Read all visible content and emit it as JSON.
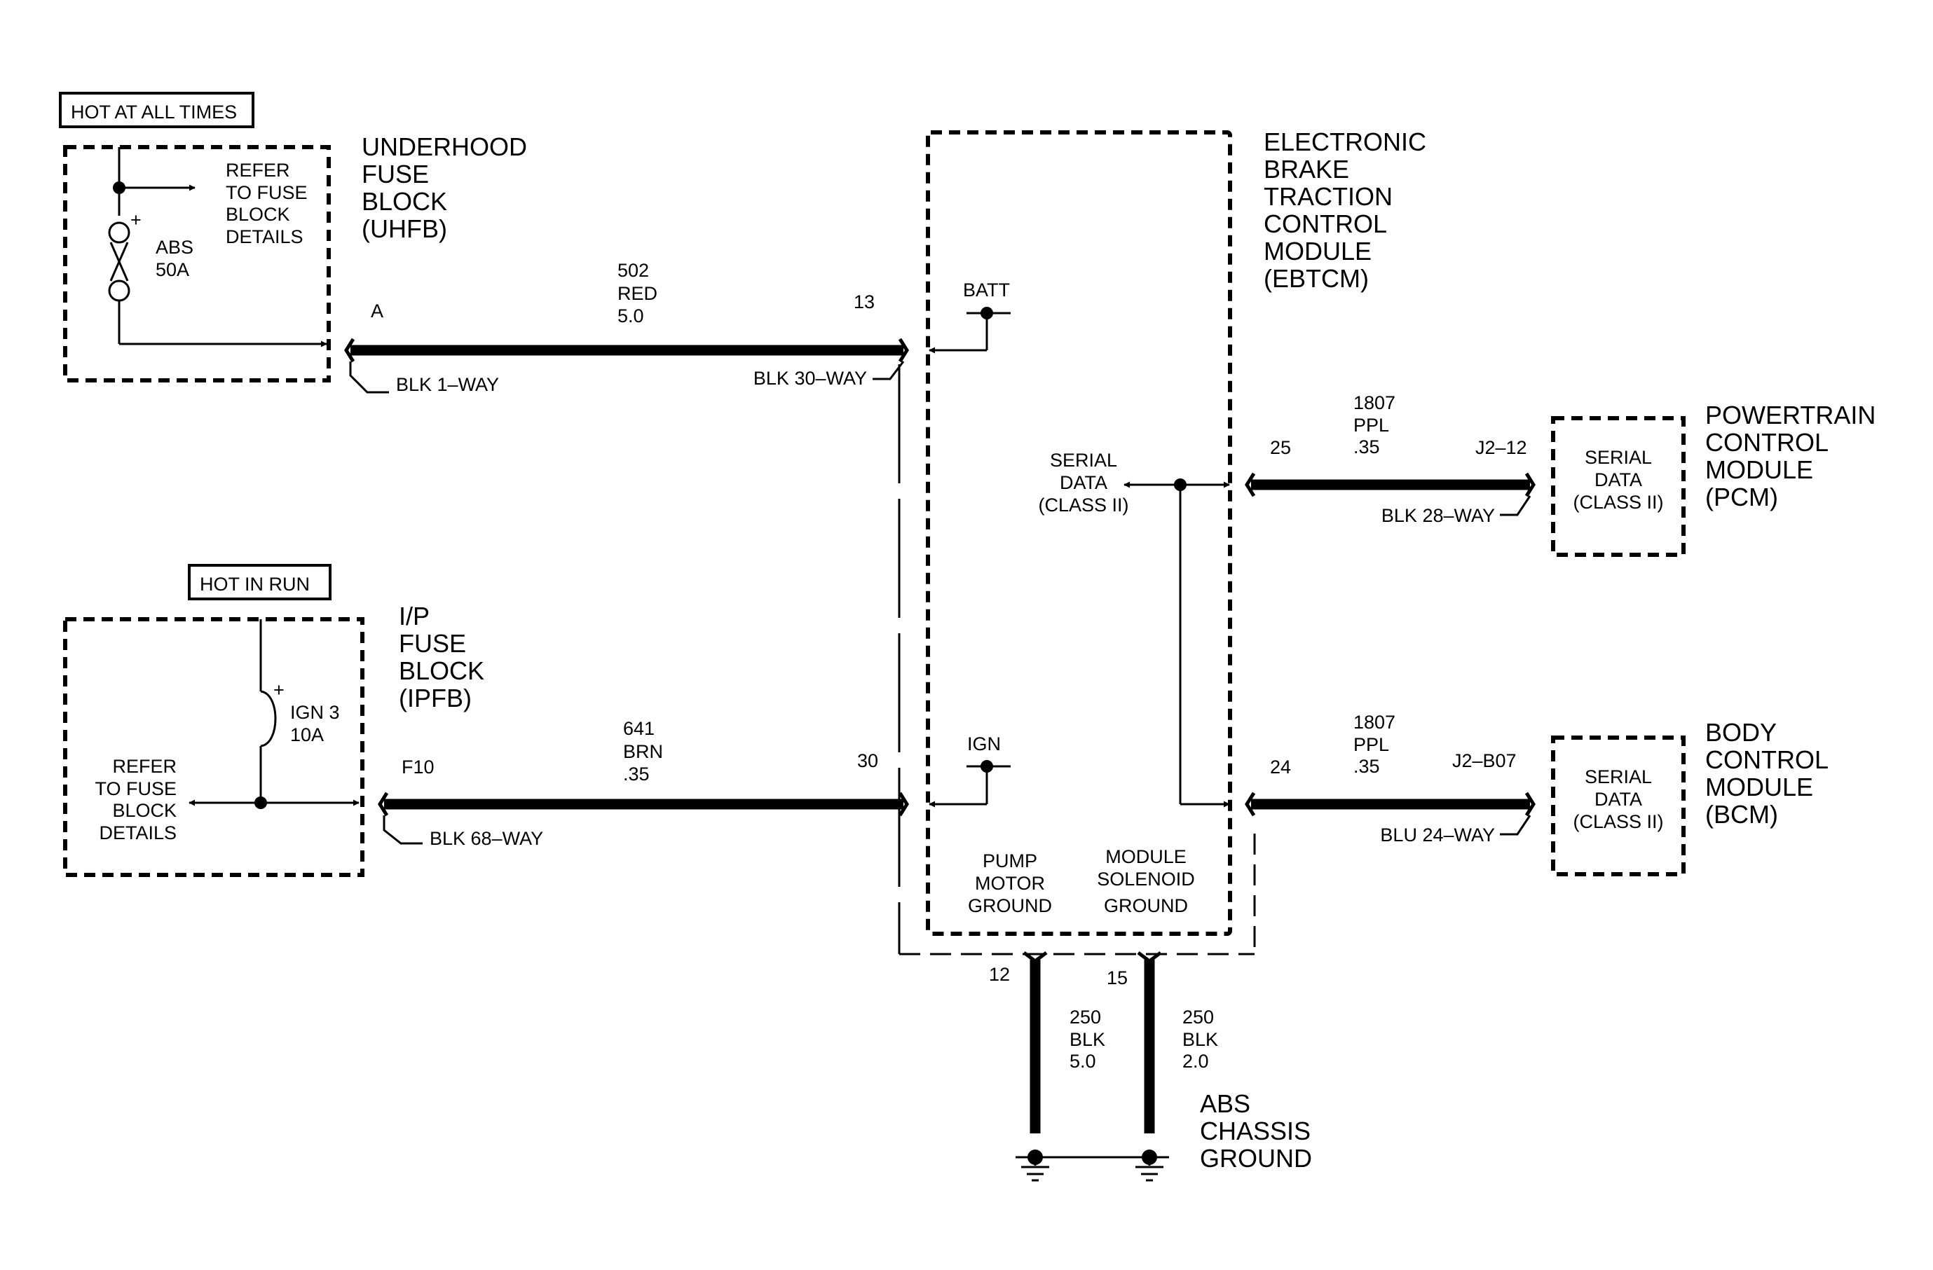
{
  "boxes": {
    "hot_at_all_times": "HOT AT ALL TIMES",
    "hot_in_run": "HOT IN RUN"
  },
  "uhfb": {
    "title": [
      "UNDERHOOD",
      "FUSE",
      "BLOCK",
      "(UHFB)"
    ],
    "refer": [
      "REFER",
      "TO FUSE",
      "BLOCK",
      "DETAILS"
    ],
    "fuse": [
      "ABS",
      "50A"
    ],
    "fuse_polarity": "+",
    "pin": "A",
    "connector": "BLK 1–WAY"
  },
  "ipfb": {
    "title": [
      "I/P",
      "FUSE",
      "BLOCK",
      "(IPFB)"
    ],
    "refer": [
      "REFER",
      "TO FUSE",
      "BLOCK",
      "DETAILS"
    ],
    "fuse": [
      "IGN 3",
      "10A"
    ],
    "fuse_polarity": "+",
    "pin": "F10",
    "connector": "BLK 68–WAY"
  },
  "ebtcm": {
    "title": [
      "ELECTRONIC",
      "BRAKE",
      "TRACTION",
      "CONTROL",
      "MODULE",
      "(EBTCM)"
    ],
    "batt": "BATT",
    "ign": "IGN",
    "serial": [
      "SERIAL",
      "DATA",
      "(CLASS II)"
    ],
    "pump_ground": [
      "PUMP",
      "MOTOR",
      "GROUND"
    ],
    "solenoid_ground": [
      "MODULE",
      "SOLENOID",
      "GROUND"
    ],
    "connector": "BLK 30–WAY",
    "pin_batt": "13",
    "pin_ign": "30",
    "pin_pcm": "25",
    "pin_bcm": "24",
    "pin_pump": "12",
    "pin_solenoid": "15"
  },
  "wires": {
    "w502": [
      "502",
      "RED",
      "5.0"
    ],
    "w641": [
      "641",
      "BRN",
      ".35"
    ],
    "w1807a": [
      "1807",
      "PPL",
      ".35"
    ],
    "w1807b": [
      "1807",
      "PPL",
      ".35"
    ],
    "w250a": [
      "250",
      "BLK",
      "5.0"
    ],
    "w250b": [
      "250",
      "BLK",
      "2.0"
    ]
  },
  "pcm": {
    "title": [
      "POWERTRAIN",
      "CONTROL",
      "MODULE",
      "(PCM)"
    ],
    "serial": [
      "SERIAL",
      "DATA",
      "(CLASS II)"
    ],
    "pin": "J2–12",
    "connector": "BLK 28–WAY"
  },
  "bcm": {
    "title": [
      "BODY",
      "CONTROL",
      "MODULE",
      "(BCM)"
    ],
    "serial": [
      "SERIAL",
      "DATA",
      "(CLASS II)"
    ],
    "pin": "J2–B07",
    "connector": "BLU 24–WAY"
  },
  "ground": {
    "title": [
      "ABS",
      "CHASSIS",
      "GROUND"
    ]
  }
}
